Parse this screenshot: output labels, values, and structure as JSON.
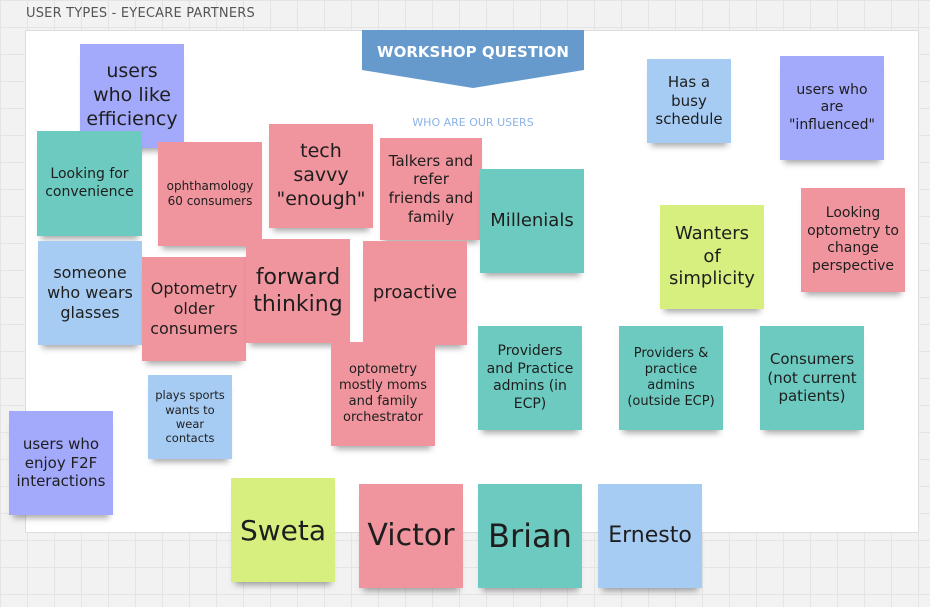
{
  "board": {
    "title": "USER TYPES - EYECARE PARTNERS"
  },
  "header": {
    "banner": "WORKSHOP QUESTION",
    "subtitle": "WHO ARE OUR USERS"
  },
  "colors": {
    "purple": "#a3a9fb",
    "teal": "#6dcac0",
    "pink": "#f0959e",
    "blue": "#a7ccf4",
    "lime": "#d6ef7e",
    "banner": "#6699cc"
  },
  "notes": [
    {
      "text": "users who like efficiency",
      "color": "purple"
    },
    {
      "text": "Looking for convenience",
      "color": "teal"
    },
    {
      "text": "ophthamology 60 consumers",
      "color": "pink"
    },
    {
      "text": "tech savvy \"enough\"",
      "color": "pink"
    },
    {
      "text": "Talkers and refer friends and family",
      "color": "pink"
    },
    {
      "text": "Millenials",
      "color": "teal"
    },
    {
      "text": "someone who wears glasses",
      "color": "blue"
    },
    {
      "text": "Optometry older consumers",
      "color": "pink"
    },
    {
      "text": "forward thinking",
      "color": "pink"
    },
    {
      "text": "proactive",
      "color": "pink"
    },
    {
      "text": "optometry mostly moms and family orchestrator",
      "color": "pink"
    },
    {
      "text": "plays sports wants to wear contacts",
      "color": "blue"
    },
    {
      "text": "users who enjoy F2F interactions",
      "color": "purple"
    },
    {
      "text": "Has a busy schedule",
      "color": "blue"
    },
    {
      "text": "users who are \"influenced\"",
      "color": "purple"
    },
    {
      "text": "Wanters of simplicity",
      "color": "lime"
    },
    {
      "text": "Looking optometry to change perspective",
      "color": "pink"
    },
    {
      "text": "Providers and Practice admins (in ECP)",
      "color": "teal"
    },
    {
      "text": "Providers & practice admins (outside ECP)",
      "color": "teal"
    },
    {
      "text": "Consumers (not current patients)",
      "color": "teal"
    },
    {
      "text": "Sweta",
      "color": "lime"
    },
    {
      "text": "Victor",
      "color": "pink"
    },
    {
      "text": "Brian",
      "color": "teal"
    },
    {
      "text": "Ernesto",
      "color": "blue"
    }
  ]
}
